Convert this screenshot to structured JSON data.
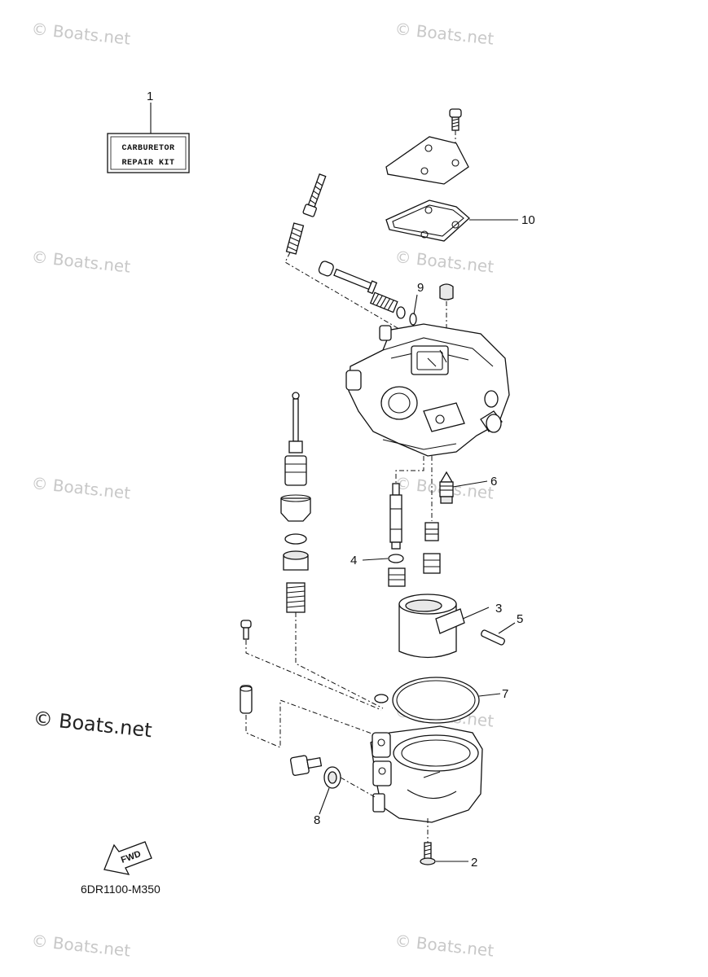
{
  "watermark": "© Boats.net",
  "repair_kit": {
    "line1": "CARBURETOR",
    "line2": "REPAIR KIT"
  },
  "fwd_label": "FWD",
  "diagram_code": "6DR1100-M350",
  "callouts": [
    {
      "label": "1"
    },
    {
      "label": "10"
    },
    {
      "label": "9"
    },
    {
      "label": "6"
    },
    {
      "label": "4"
    },
    {
      "label": "3"
    },
    {
      "label": "5"
    },
    {
      "label": "7"
    },
    {
      "label": "8"
    },
    {
      "label": "2"
    }
  ]
}
